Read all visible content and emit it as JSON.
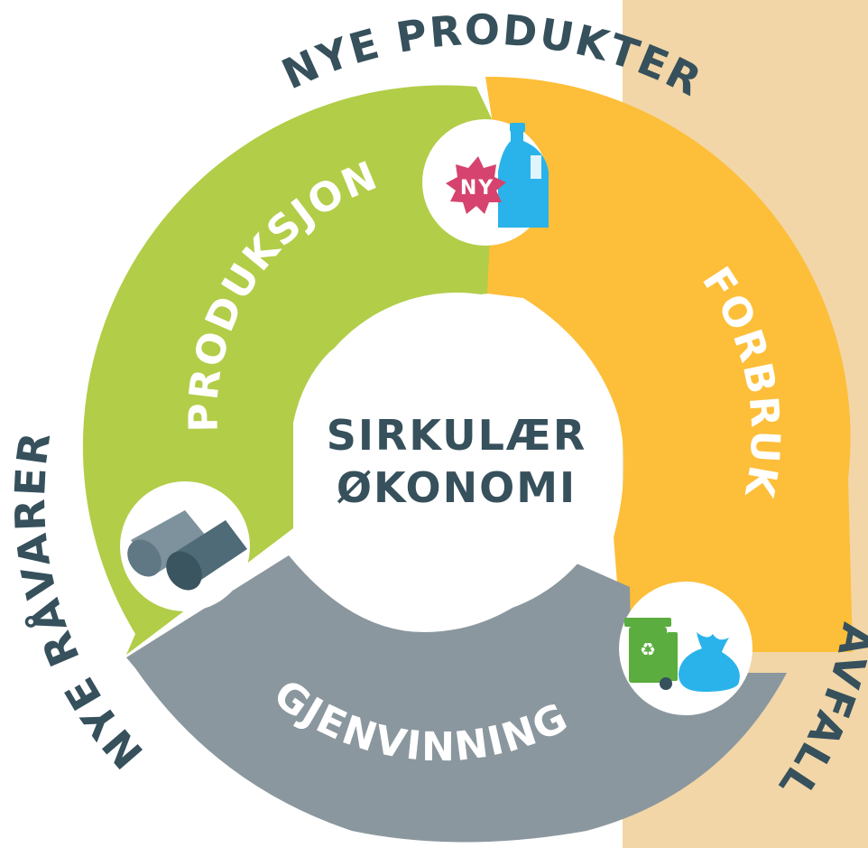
{
  "title": [
    "SIRKULÆR",
    "ØKONOMI"
  ],
  "segments": [
    {
      "label": "PRODUKSJON",
      "color": "#b2cd48"
    },
    {
      "label": "FORBRUK",
      "color": "#fdbe39"
    },
    {
      "label": "GJENVINNING",
      "color": "#8b979e"
    }
  ],
  "outer_labels": {
    "top": "NYE PRODUKTER",
    "left": "NYE RÅVARER",
    "right": "AVFALL"
  },
  "badges": {
    "new_product": "NY",
    "icons": [
      "bottle-icon",
      "raw-material-pipes-icon",
      "recycling-bin-icon",
      "trash-bag-icon"
    ]
  },
  "colors": {
    "panel": "#f2d6a7",
    "text_dark": "#36505c",
    "icon_blue": "#29b3ea",
    "badge_red": "#d6436e",
    "bin_green": "#5aad3e",
    "pipe_gray": "#4e6b77"
  }
}
